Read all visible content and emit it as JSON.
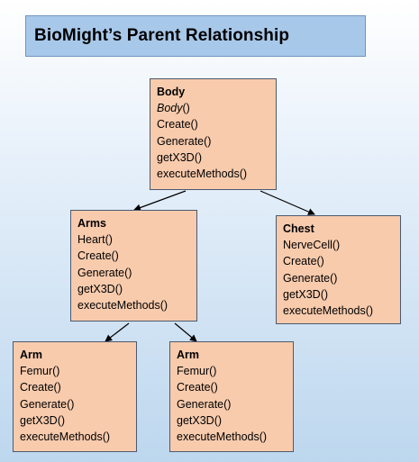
{
  "title": "BioMight’s Parent Relationship",
  "nodes": {
    "body": {
      "name": "Body",
      "constructor_name": "Body",
      "constructor_suffix": "()",
      "methods": [
        "Create()",
        "Generate()",
        "getX3D()",
        "executeMethods()"
      ]
    },
    "arms": {
      "name": "Arms",
      "methods": [
        "Heart()",
        "Create()",
        "Generate()",
        "getX3D()",
        "executeMethods()"
      ]
    },
    "chest": {
      "name": "Chest",
      "methods": [
        "NerveCell()",
        "Create()",
        "Generate()",
        "getX3D()",
        "executeMethods()"
      ]
    },
    "arm_left": {
      "name": "Arm",
      "methods": [
        "Femur()",
        "Create()",
        "Generate()",
        "getX3D()",
        "executeMethods()"
      ]
    },
    "arm_right": {
      "name": "Arm",
      "methods": [
        "Femur()",
        "Create()",
        "Generate()",
        "getX3D()",
        "executeMethods()"
      ]
    }
  },
  "edges": [
    {
      "from": "body",
      "to": "arms"
    },
    {
      "from": "body",
      "to": "chest"
    },
    {
      "from": "arms",
      "to": "arm_left"
    },
    {
      "from": "arms",
      "to": "arm_right"
    }
  ]
}
